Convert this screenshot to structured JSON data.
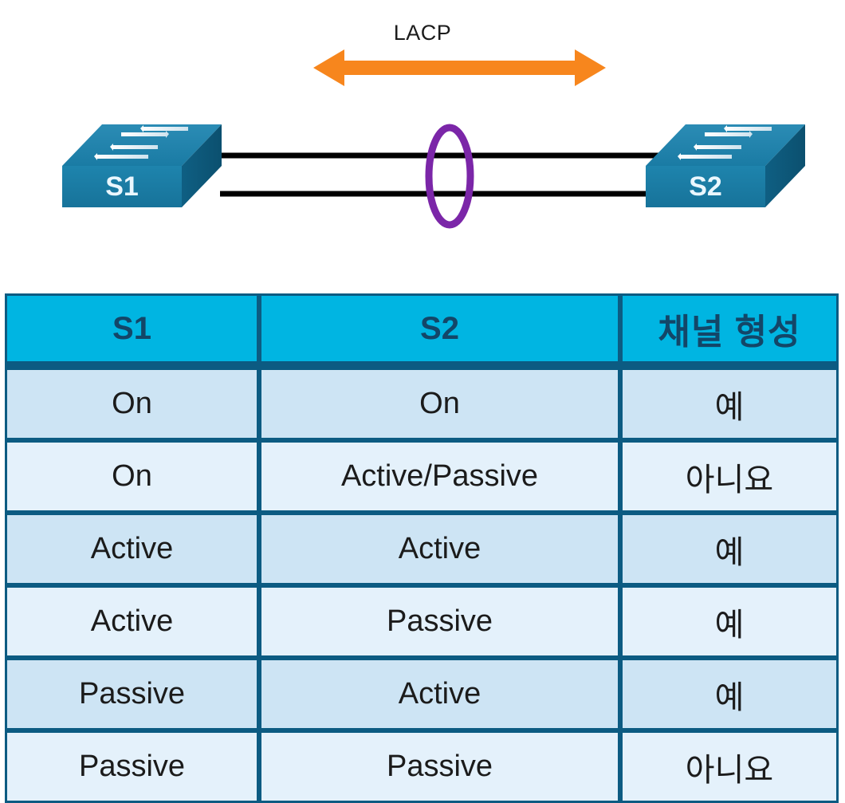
{
  "diagram": {
    "protocol_label": "LACP",
    "arrow_color": "#f7861d",
    "link_color": "#000000",
    "highlight_ellipse_color": "#7b26a8",
    "switch_body_color": "#1a7fa8",
    "left_switch": {
      "name": "switch-s1",
      "label": "S1"
    },
    "right_switch": {
      "name": "switch-s2",
      "label": "S2"
    },
    "links": [
      {
        "name": "etherchannel-link-top"
      },
      {
        "name": "etherchannel-link-bottom"
      }
    ]
  },
  "table": {
    "header_bg": "#00b5e2",
    "header_text_color": "#134668",
    "border_color": "#0c5b82",
    "row_odd_bg": "#cde4f4",
    "row_even_bg": "#e4f1fb",
    "columns": [
      "S1",
      "S2",
      "채널 형성"
    ],
    "rows": [
      {
        "s1": "On",
        "s2": "On",
        "channel": "예"
      },
      {
        "s1": "On",
        "s2": "Active/Passive",
        "channel": "아니요"
      },
      {
        "s1": "Active",
        "s2": "Active",
        "channel": "예"
      },
      {
        "s1": "Active",
        "s2": "Passive",
        "channel": "예"
      },
      {
        "s1": "Passive",
        "s2": "Active",
        "channel": "예"
      },
      {
        "s1": "Passive",
        "s2": "Passive",
        "channel": "아니요"
      }
    ]
  }
}
